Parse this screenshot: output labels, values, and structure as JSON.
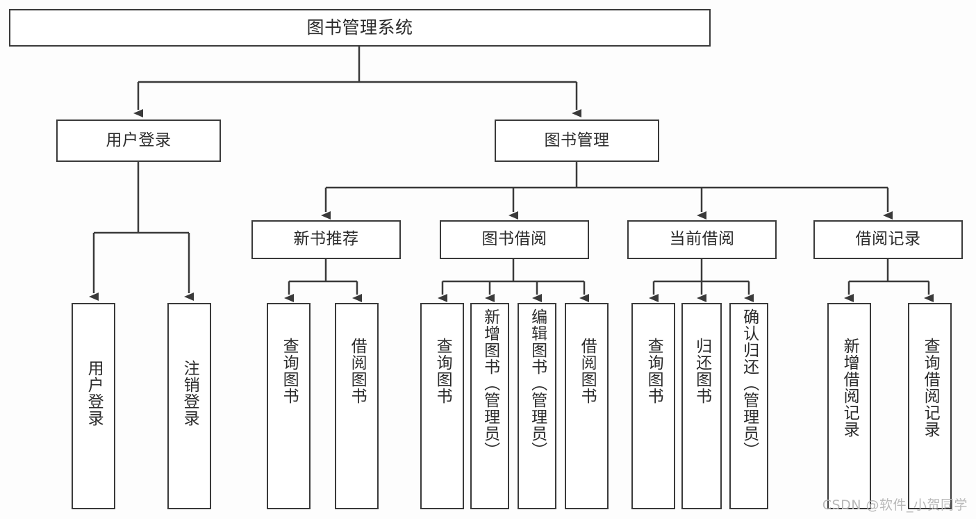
{
  "diagram": {
    "title": "图书管理系统",
    "root": {
      "label": "图书管理系统"
    },
    "level1": [
      {
        "label": "用户登录"
      },
      {
        "label": "图书管理"
      }
    ],
    "level2": [
      {
        "label": "新书推荐"
      },
      {
        "label": "图书借阅"
      },
      {
        "label": "当前借阅"
      },
      {
        "label": "借阅记录"
      }
    ],
    "leaves": {
      "user_login": [
        {
          "label": "用户登录"
        },
        {
          "label": "注销登录"
        }
      ],
      "new_book_recommend": [
        {
          "label": "查询图书"
        },
        {
          "label": "借阅图书"
        }
      ],
      "book_borrow": [
        {
          "label": "查询图书"
        },
        {
          "label": "新增图书（管理员）"
        },
        {
          "label": "编辑图书（管理员）"
        },
        {
          "label": "借阅图书"
        }
      ],
      "current_borrow": [
        {
          "label": "查询图书"
        },
        {
          "label": "归还图书"
        },
        {
          "label": "确认归还（管理员）"
        }
      ],
      "borrow_record": [
        {
          "label": "新增借阅记录"
        },
        {
          "label": "查询借阅记录"
        }
      ]
    },
    "watermark": "CSDN @软件_小贺同学",
    "colors": {
      "stroke": "#3a3a3a",
      "fill": "#ffffff",
      "background": "#fdfdfd",
      "text": "#2b2b2b",
      "watermark": "#b9b9b9"
    }
  }
}
